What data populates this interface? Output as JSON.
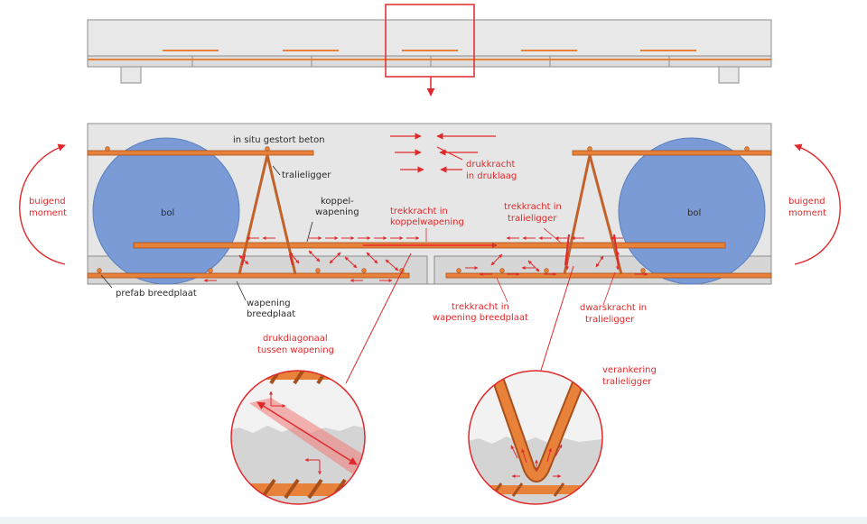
{
  "colors": {
    "concrete": "#e4e4e4",
    "concrete_dark": "#cfcfcf",
    "outline": "#8c8c8c",
    "rebar": "#e8823a",
    "rebar_dark": "#a9501a",
    "ball": "#7a9bd6",
    "ball_edge": "#5b7fbf",
    "force": "#e0292b"
  },
  "labels": {
    "in_situ": "in situ gestort beton",
    "tralieligger": "tralieligger",
    "bol_left": "bol",
    "bol_right": "bol",
    "koppel_1": "koppel-",
    "koppel_2": "wapening",
    "druk_1": "drukkracht",
    "druk_2": "in druklaag",
    "trek_koppel_1": "trekkracht in",
    "trek_koppel_2": "koppelwapening",
    "trek_tralie_1": "trekkracht in",
    "trek_tralie_2": "tralieligger",
    "buigend_left_1": "buigend",
    "buigend_left_2": "moment",
    "buigend_right_1": "buigend",
    "buigend_right_2": "moment",
    "prefab": "prefab breedplaat",
    "wap_breed_1": "wapening",
    "wap_breed_2": "breedplaat",
    "trek_wap_1": "trekkracht in",
    "trek_wap_2": "wapening breedplaat",
    "dwars_1": "dwarskracht in",
    "dwars_2": "tralieligger",
    "drukdiag_1": "drukdiagonaal",
    "drukdiag_2": "tussen wapening",
    "veranker_1": "verankering",
    "veranker_2": "tralieligger"
  }
}
